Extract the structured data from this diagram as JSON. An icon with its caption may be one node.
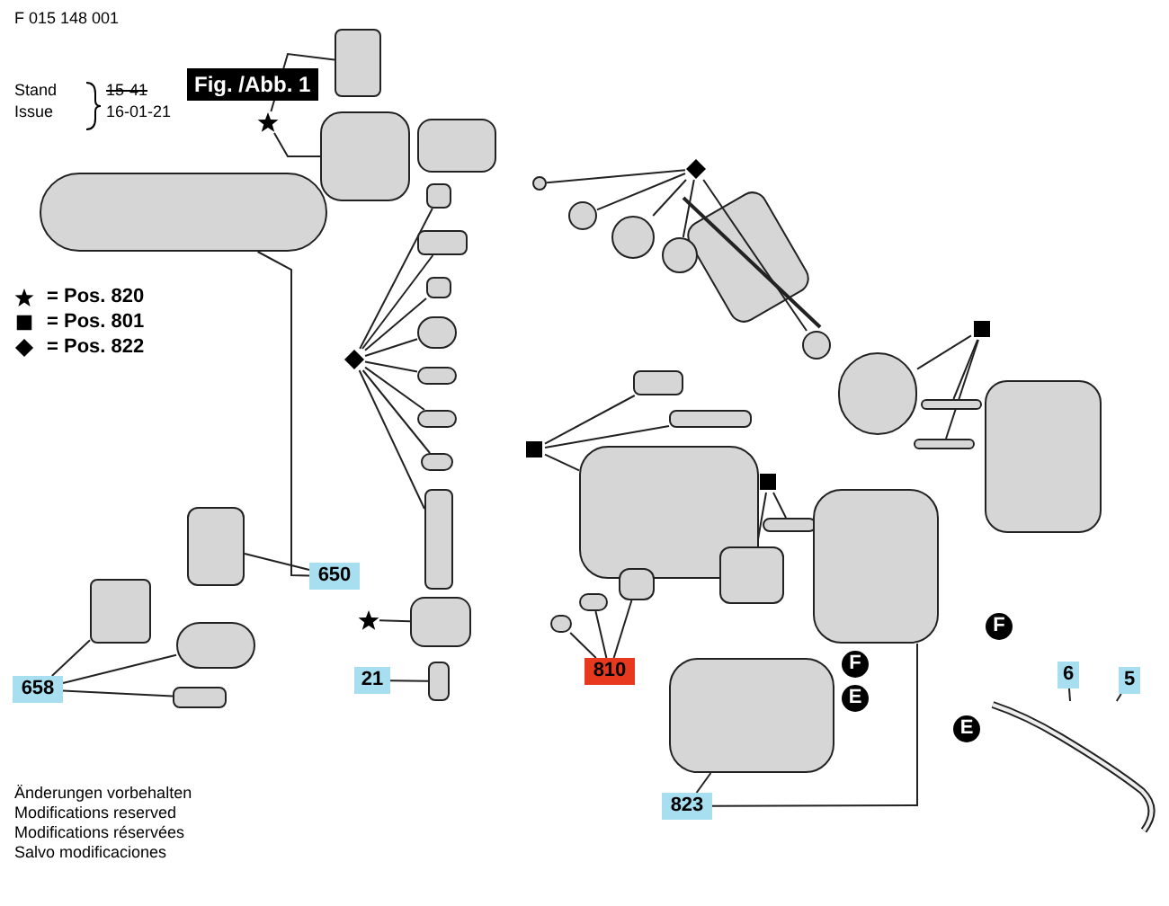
{
  "diagram": {
    "title": "Fig. /Abb. 1",
    "nodes": [
      {
        "text": [],
        "shape": "star"
      },
      {
        "text": [],
        "shape": "box"
      },
      {
        "text": [],
        "shape": "box"
      },
      {
        "text": [],
        "shape": "box"
      },
      {
        "text": [],
        "shape": "diamond"
      },
      {
        "text": [],
        "shape": "circle"
      },
      {
        "text": [],
        "shape": "circle"
      },
      {
        "text": [],
        "shape": "circle"
      },
      {
        "text": [],
        "shape": "circle"
      },
      {
        "text": [],
        "shape": "diamond"
      },
      {
        "text": [],
        "shape": "box"
      },
      {
        "text": [],
        "shape": "box"
      },
      {
        "text": [],
        "shape": "box"
      },
      {
        "text": [],
        "shape": "circle"
      },
      {
        "text": [],
        "shape": "box"
      },
      {
        "text": [],
        "shape": "box"
      },
      {
        "text": [],
        "shape": "box"
      },
      {
        "text": [],
        "shape": "box"
      },
      {
        "text": [],
        "shape": "star"
      },
      {
        "text": [],
        "shape": "box"
      },
      {
        "text": [
          "21"
        ]
      },
      {
        "text": [],
        "shape": "box"
      },
      {
        "text": [],
        "shape": "circle"
      },
      {
        "text": [],
        "shape": "square"
      },
      {
        "text": [],
        "shape": "circle"
      },
      {
        "text": [],
        "shape": "box"
      },
      {
        "text": [],
        "shape": "box"
      },
      {
        "text": [],
        "shape": "square"
      },
      {
        "text": [],
        "shape": "box"
      },
      {
        "text": [],
        "shape": "box"
      },
      {
        "text": [],
        "shape": "box"
      },
      {
        "text": [],
        "shape": "square"
      },
      {
        "text": [],
        "shape": "box"
      },
      {
        "text": [],
        "shape": "box"
      },
      {
        "text": [],
        "shape": "box"
      },
      {
        "text": [],
        "shape": "box"
      },
      {
        "text": [
          "650"
        ]
      },
      {
        "text": [
          "658"
        ]
      },
      {
        "text": [],
        "shape": "box"
      },
      {
        "text": [],
        "shape": "box"
      },
      {
        "text": [],
        "shape": "box"
      },
      {
        "text": [],
        "shape": "box"
      },
      {
        "text": [],
        "shape": "box"
      },
      {
        "text": [],
        "shape": "box"
      },
      {
        "text": [
          "810"
        ]
      },
      {
        "text": [],
        "shape": "box"
      },
      {
        "text": [
          "F"
        ]
      },
      {
        "text": [
          "E"
        ]
      },
      {
        "text": [],
        "shape": "box"
      },
      {
        "text": [
          "823"
        ]
      },
      {
        "text": [
          "F"
        ]
      },
      {
        "text": [
          "E"
        ]
      },
      {
        "text": [],
        "shape": "picture"
      },
      {
        "text": [
          "6"
        ]
      },
      {
        "text": [
          "5"
        ]
      }
    ],
    "edges": [
      {
        "from": 0,
        "to": 1,
        "arrow": "none"
      },
      {
        "from": 0,
        "to": 2,
        "arrow": "none"
      },
      {
        "from": 4,
        "to": 5,
        "arrow": "none"
      },
      {
        "from": 4,
        "to": 6,
        "arrow": "none"
      },
      {
        "from": 4,
        "to": 7,
        "arrow": "none"
      },
      {
        "from": 4,
        "to": 8,
        "arrow": "none"
      },
      {
        "from": 4,
        "to": 22,
        "arrow": "none"
      },
      {
        "from": 9,
        "to": 10,
        "arrow": "none"
      },
      {
        "from": 9,
        "to": 11,
        "arrow": "none"
      },
      {
        "from": 9,
        "to": 12,
        "arrow": "none"
      },
      {
        "from": 9,
        "to": 13,
        "arrow": "none"
      },
      {
        "from": 9,
        "to": 14,
        "arrow": "none"
      },
      {
        "from": 9,
        "to": 15,
        "arrow": "none"
      },
      {
        "from": 9,
        "to": 16,
        "arrow": "none"
      },
      {
        "from": 9,
        "to": 17,
        "arrow": "none"
      },
      {
        "from": 18,
        "to": 19,
        "arrow": "none"
      },
      {
        "from": 20,
        "to": 21,
        "arrow": "none"
      },
      {
        "from": 23,
        "to": 24,
        "arrow": "none"
      },
      {
        "from": 23,
        "to": 25,
        "arrow": "none"
      },
      {
        "from": 23,
        "to": 26,
        "arrow": "none"
      },
      {
        "from": 27,
        "to": 28,
        "arrow": "none"
      },
      {
        "from": 27,
        "to": 29,
        "arrow": "none"
      },
      {
        "from": 27,
        "to": 30,
        "arrow": "none"
      },
      {
        "from": 31,
        "to": 32,
        "arrow": "none"
      },
      {
        "from": 31,
        "to": 33,
        "arrow": "none"
      },
      {
        "from": 36,
        "to": 35,
        "arrow": "none"
      },
      {
        "from": 36,
        "to": 34,
        "arrow": "none"
      },
      {
        "from": 37,
        "to": 38,
        "arrow": "none"
      },
      {
        "from": 37,
        "to": 39,
        "arrow": "none"
      },
      {
        "from": 37,
        "to": 40,
        "arrow": "none"
      },
      {
        "from": 44,
        "to": 41,
        "arrow": "none"
      },
      {
        "from": 44,
        "to": 42,
        "arrow": "none"
      },
      {
        "from": 44,
        "to": 43,
        "arrow": "none"
      },
      {
        "from": 49,
        "to": 48,
        "arrow": "none"
      },
      {
        "from": 49,
        "to": 45,
        "arrow": "none"
      },
      {
        "from": 53,
        "to": 52,
        "arrow": "none"
      },
      {
        "from": 54,
        "to": 52,
        "arrow": "none"
      }
    ],
    "labels": [
      "F 015 148 001",
      "Stand",
      "Issue",
      "15-41",
      "16-01-21",
      "Änderungen vorbehalten",
      "Modifications reserved",
      "Modifications réservées",
      "Salvo modificaciones"
    ],
    "legend": [
      {
        "text": "= Pos. 820"
      },
      {
        "text": "= Pos. 801"
      },
      {
        "text": "= Pos. 822"
      }
    ]
  }
}
